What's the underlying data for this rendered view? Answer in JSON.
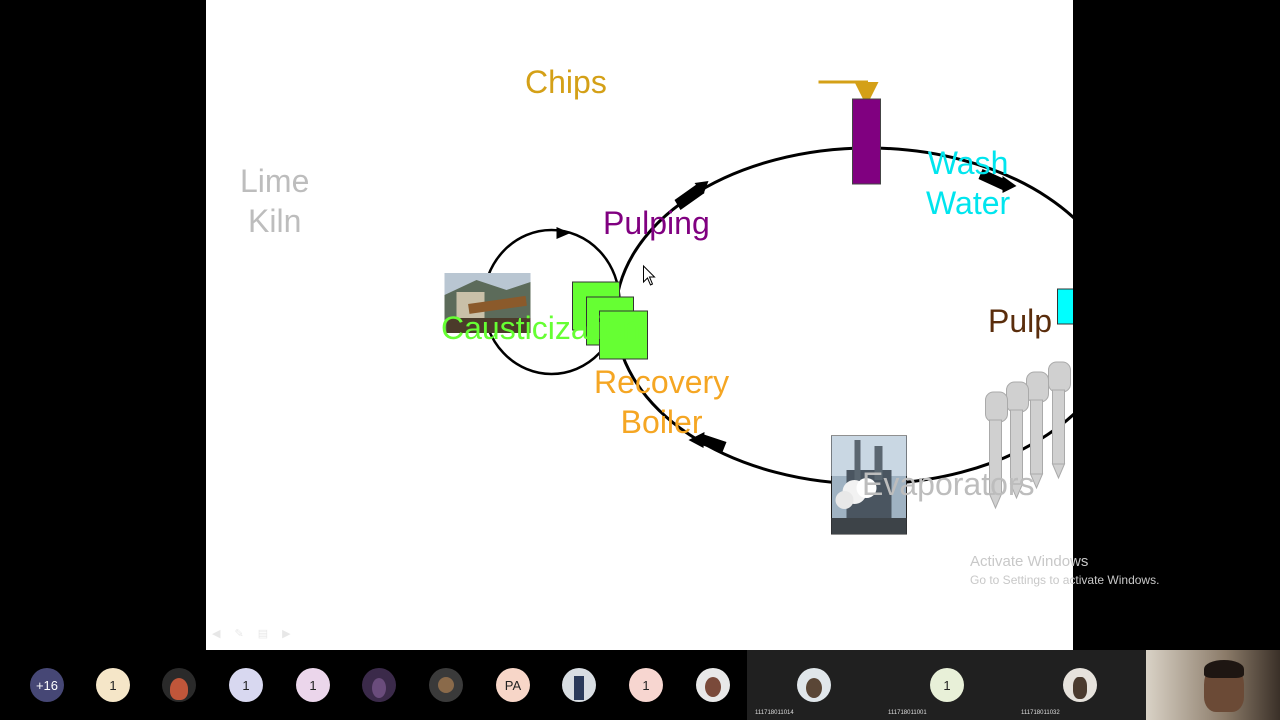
{
  "slide": {
    "labels": {
      "chips": "Chips",
      "pulping": "Pulping",
      "wash_water": "Wash\nWater",
      "pulp": "Pulp",
      "lime_kiln": "Lime\nKiln",
      "causticization": "Causticization",
      "recovery_boiler": "Recovery\nBoiler",
      "evaporators": "Evaporators"
    },
    "colors": {
      "chips": "#D4A017",
      "pulping": "#800080",
      "wash_water": "#00E5EE",
      "pulp": "#5A2D0C",
      "lime_kiln": "#BDBDBD",
      "causticization": "#66FF33",
      "recovery_boiler": "#F5A623",
      "evaporators": "#BDBDBD"
    }
  },
  "watermark": {
    "title": "Activate Windows",
    "subtitle": "Go to Settings to activate Windows."
  },
  "participants": {
    "overflow_badge": "+16",
    "items": [
      {
        "label": "1",
        "color": "#F5E6C8"
      },
      {
        "label": "",
        "kind": "photo"
      },
      {
        "label": "1",
        "color": "#D8D8F0"
      },
      {
        "label": "1",
        "color": "#EBD6EB"
      },
      {
        "label": "",
        "kind": "photo"
      },
      {
        "label": "",
        "kind": "photo"
      },
      {
        "label": "PA",
        "color": "#F7D6C8"
      },
      {
        "label": "",
        "kind": "photo"
      },
      {
        "label": "1",
        "color": "#F7D6D0"
      },
      {
        "label": "",
        "kind": "photo"
      }
    ],
    "tiles": [
      {
        "id": "111718011014"
      },
      {
        "id": "111718011001",
        "label": "1"
      },
      {
        "id": "111718011032"
      }
    ]
  }
}
